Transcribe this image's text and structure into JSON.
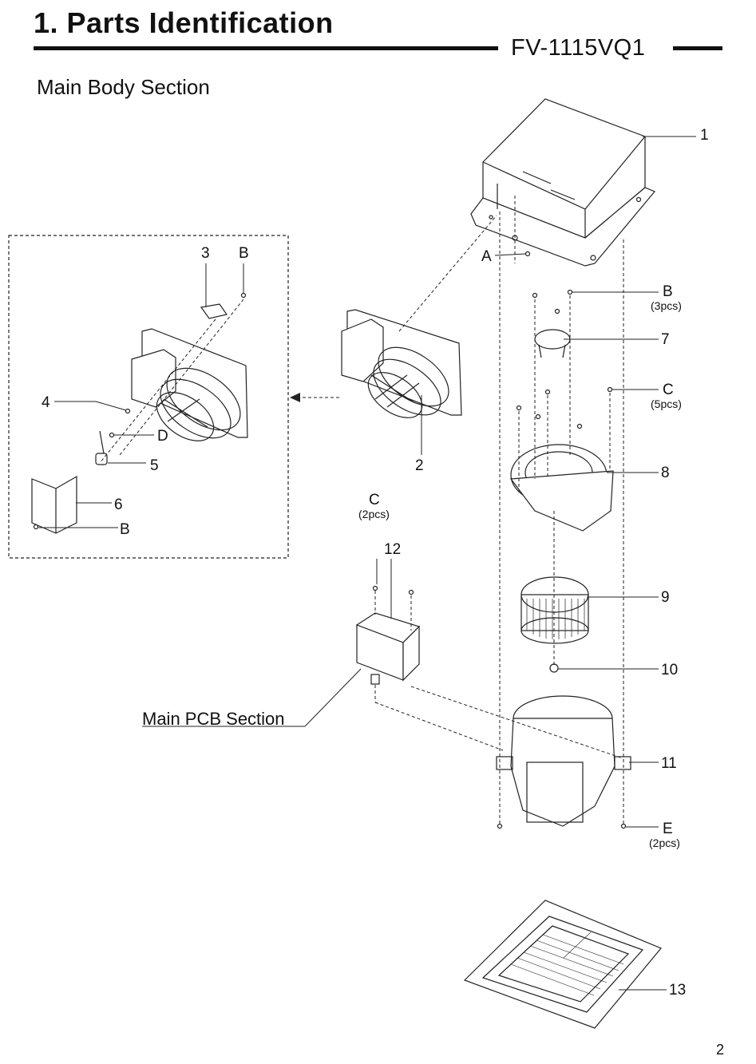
{
  "header": {
    "title": "1. Parts Identification",
    "model": "FV-1115VQ1"
  },
  "section_title": "Main Body Section",
  "pcb_section_label": "Main PCB Section",
  "page_number": "2",
  "callouts": {
    "p1": "1",
    "p2": "2",
    "p3": "3",
    "p4": "4",
    "p5": "5",
    "p6": "6",
    "p7": "7",
    "p8": "8",
    "p9": "9",
    "p10": "10",
    "p11": "11",
    "p12": "12",
    "p13": "13",
    "a": "A",
    "b_main": "B",
    "b_main_qty": "(3pcs)",
    "b_detail_top": "B",
    "b_detail_bottom": "B",
    "c_main": "C",
    "c_main_qty": "(5pcs)",
    "c_pcb": "C",
    "c_pcb_qty": "(2pcs)",
    "d": "D",
    "e": "E",
    "e_qty": "(2pcs)"
  }
}
